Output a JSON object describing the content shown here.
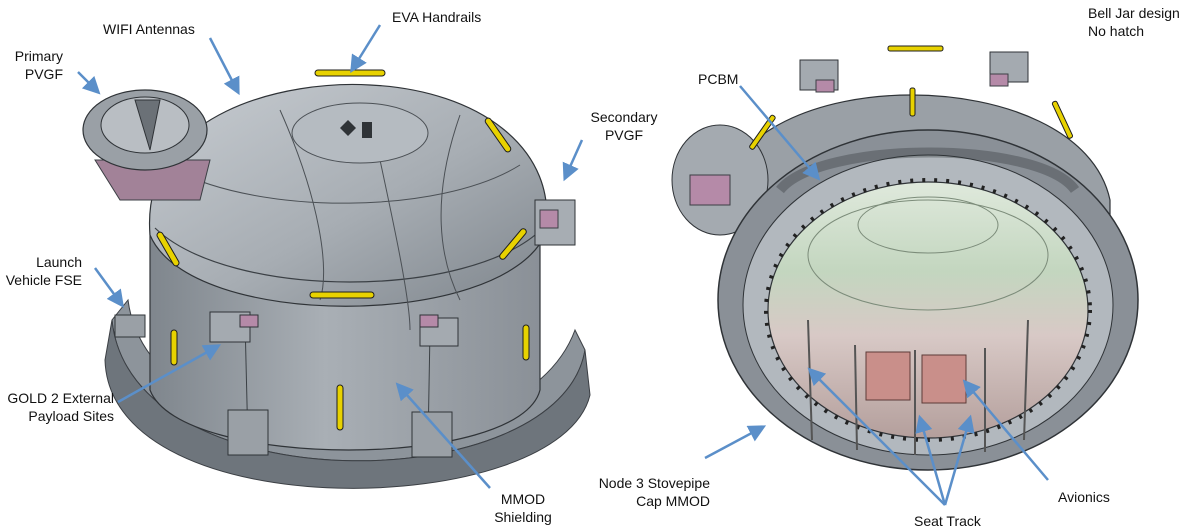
{
  "labels": {
    "primary_pvgf": [
      "Primary",
      "PVGF"
    ],
    "wifi_antennas": [
      "WIFI Antennas"
    ],
    "eva_handrails": [
      "EVA Handrails"
    ],
    "bell_jar": [
      "Bell Jar design",
      "No hatch"
    ],
    "pcbm": [
      "PCBM"
    ],
    "secondary_pvgf": [
      "Secondary",
      "PVGF"
    ],
    "launch_vehicle_fse": [
      "Launch",
      "Vehicle FSE"
    ],
    "gold2_payload": [
      "GOLD 2 External",
      "Payload Sites"
    ],
    "mmod_shielding": [
      "MMOD",
      "Shielding"
    ],
    "node3_cap": [
      "Node 3 Stovepipe",
      "Cap MMOD"
    ],
    "seat_track": [
      "Seat Track"
    ],
    "avionics": [
      "Avionics"
    ]
  },
  "colors": {
    "module_gray": "#a9afb5",
    "module_dark": "#6e757c",
    "fitting_purple": "#b58aa8",
    "handrail_yellow": "#e8d200",
    "interior_green": "#cfe2c8",
    "interior_pink": "#dcc7c4",
    "avionics_pink": "#c98f8a",
    "arrow_blue": "#5b8fc9"
  }
}
